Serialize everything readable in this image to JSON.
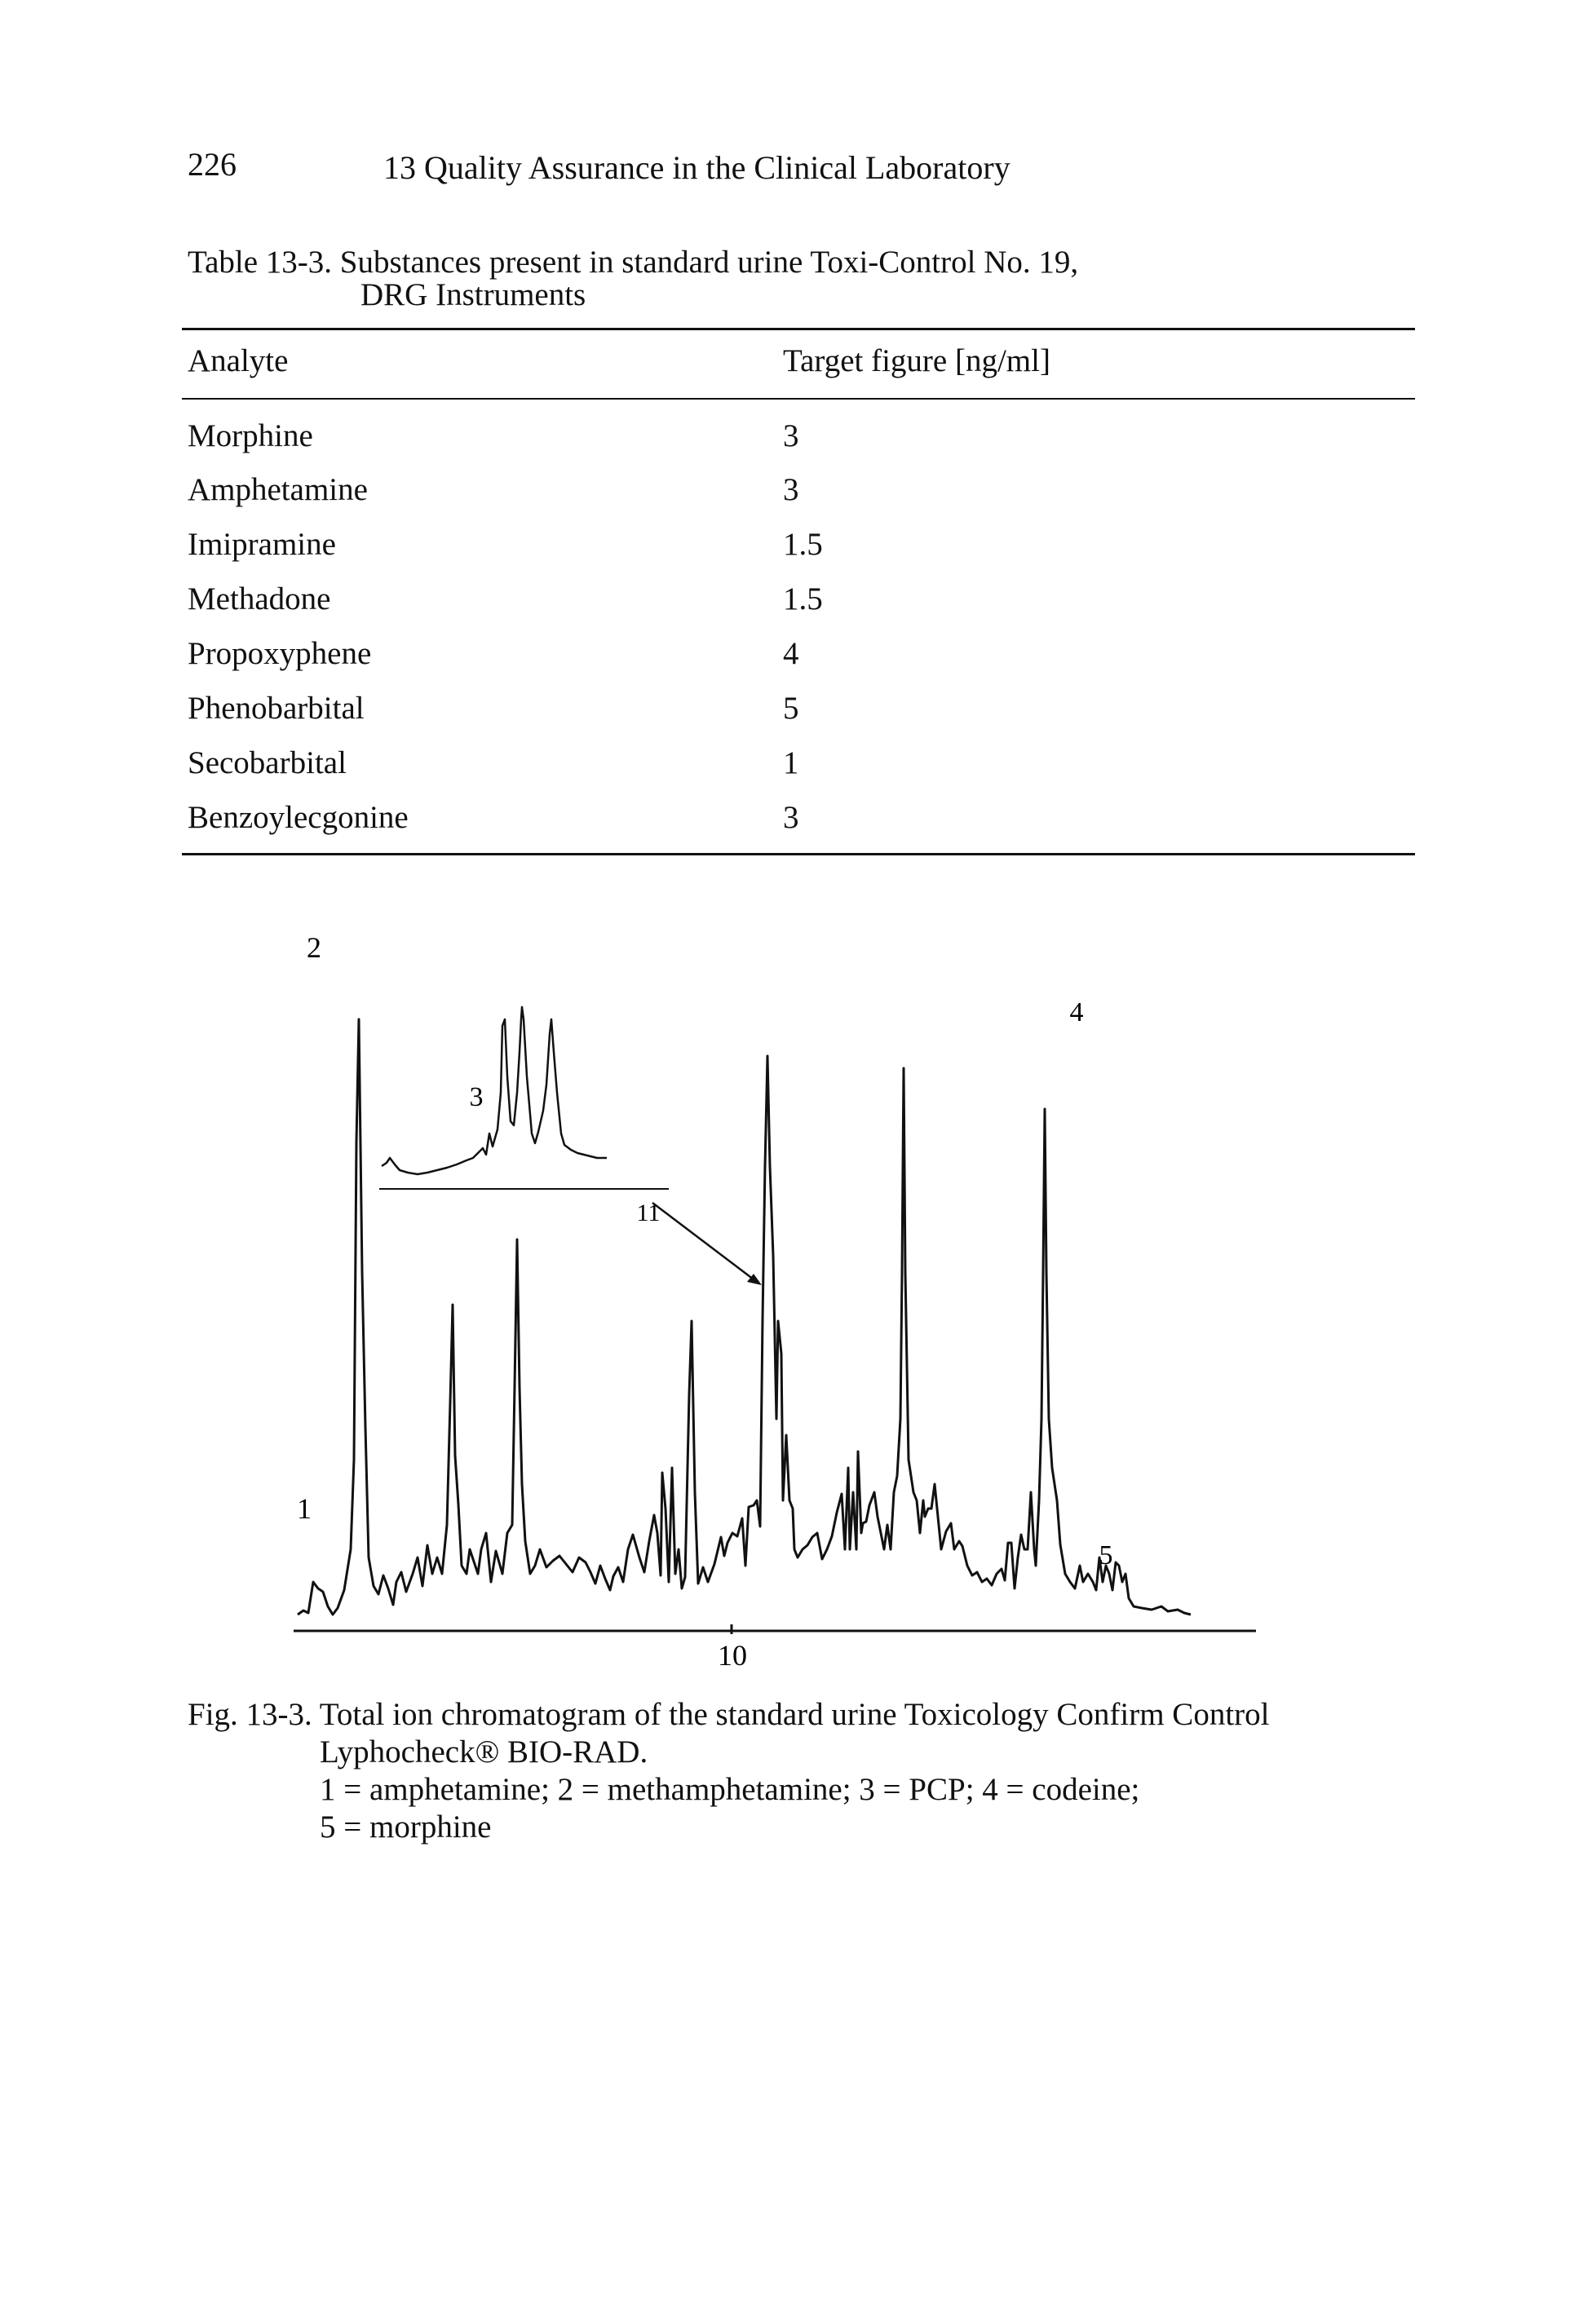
{
  "header": {
    "page_number": "226",
    "running_title": "13 Quality Assurance in the Clinical Laboratory"
  },
  "table": {
    "caption_line1": "Table 13-3. Substances present in standard urine Toxi-Control No. 19,",
    "caption_line2": "DRG Instruments",
    "columns": [
      "Analyte",
      "Target figure [ng/ml]"
    ],
    "rows": [
      [
        "Morphine",
        "3"
      ],
      [
        "Amphetamine",
        "3"
      ],
      [
        "Imipramine",
        "1.5"
      ],
      [
        "Methadone",
        "1.5"
      ],
      [
        "Propoxyphene",
        "4"
      ],
      [
        "Phenobarbital",
        "5"
      ],
      [
        "Secobarbital",
        "1"
      ],
      [
        "Benzoylecgonine",
        "3"
      ]
    ]
  },
  "figure": {
    "peak_labels": [
      "1",
      "2",
      "3",
      "4",
      "5"
    ],
    "inset_tick_label": "11",
    "axis_tick_label": "10"
  },
  "figure_caption": {
    "line1": "Fig. 13-3. Total ion chromatogram of the standard urine Toxicology Confirm Control",
    "line2": "Lyphocheck® BIO-RAD.",
    "line3": "1 = amphetamine; 2 = methamphetamine; 3 = PCP; 4 = codeine;",
    "line4": "5 = morphine"
  }
}
